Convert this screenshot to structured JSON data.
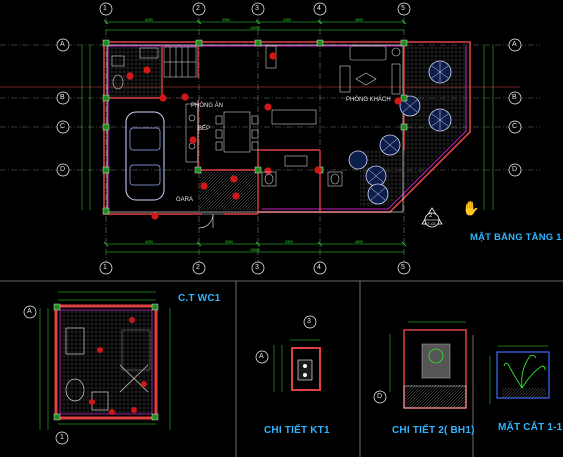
{
  "titles": {
    "floor_plan": "MẶT BẰNG TẦNG 1",
    "wc": "C.T WC1",
    "kt1": "CHI TIẾT KT1",
    "bh1": "CHI TIẾT 2( BH1)",
    "section": "MẶT CẮT 1-1"
  },
  "rooms": {
    "dining": "PHÒNG ĂN",
    "living": "PHÒNG KHÁCH",
    "garage": "GARA",
    "kitchen": "BẾP"
  },
  "grid_labels": {
    "columns": [
      "1",
      "2",
      "3",
      "4",
      "5"
    ],
    "rows": [
      "A",
      "B",
      "C",
      "D"
    ],
    "wc_col": "1",
    "wc_row": "A",
    "kt1_col": "3",
    "kt1_row": "A",
    "bh1_col": "D"
  },
  "section_mark": {
    "number": "2",
    "sheet": "KT-02"
  },
  "colors": {
    "background": "#000000",
    "wall": "#e04040",
    "line": "#ffffff",
    "grid": "#7a7a7a",
    "dim": "#2ee82e",
    "accent": "#ff33ff",
    "title": "#2fb6ff",
    "fixture": "#d0d0d0",
    "green": "#1e8f1e"
  },
  "icons": {
    "cursor": "hand-cursor-icon"
  }
}
